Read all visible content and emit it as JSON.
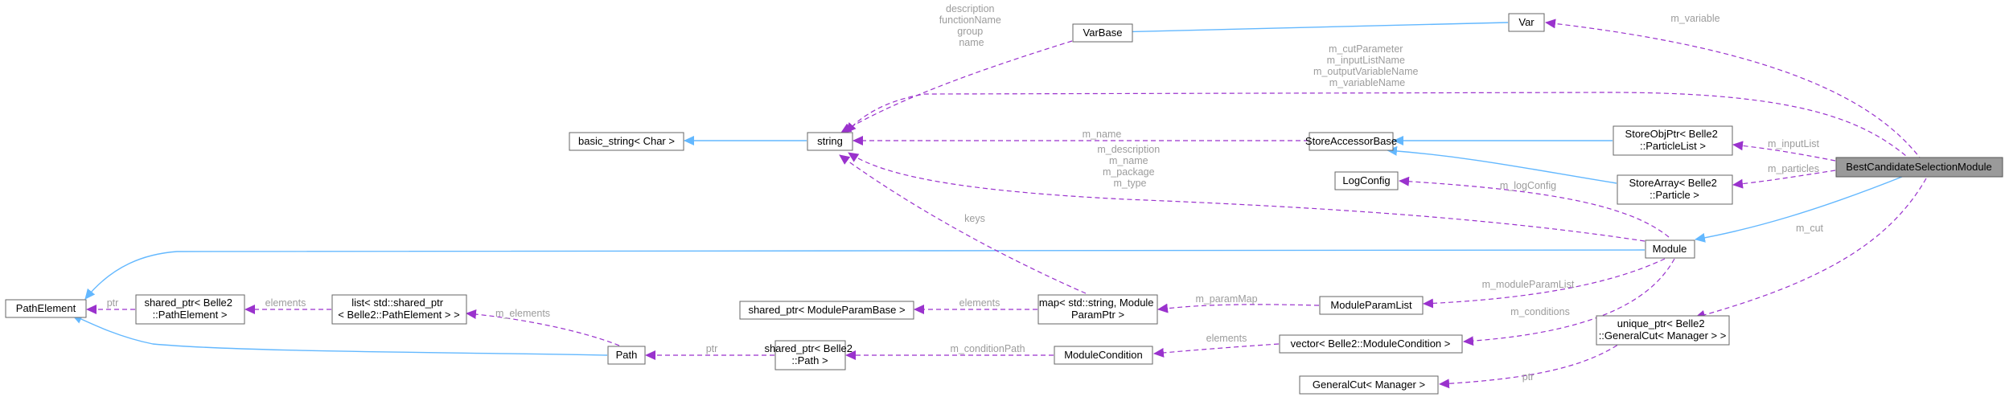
{
  "colors": {
    "inheritance_edge": "#63b8ff",
    "usage_edge": "#9a32cd",
    "edge_label": "#9c9c9c",
    "focus_node_fill": "#9a9a9a"
  },
  "nodes": {
    "var": "Var",
    "varbase": "VarBase",
    "string": "string",
    "basic_string": "basic_string< Char >",
    "store_accessor_base": "StoreAccessorBase",
    "store_obj_ptr": [
      "StoreObjPtr< Belle2",
      "::ParticleList >"
    ],
    "store_array": [
      "StoreArray< Belle2",
      "::Particle >"
    ],
    "best_candidate": "BestCandidateSelectionModule",
    "log_config": "LogConfig",
    "module": "Module",
    "path_element": "PathElement",
    "shared_ptr_path_element": [
      "shared_ptr< Belle2",
      "::PathElement >"
    ],
    "list_shared_ptr": [
      "list< std::shared_ptr",
      "< Belle2::PathElement > >"
    ],
    "shared_ptr_module_param_base": "shared_ptr< ModuleParamBase >",
    "map_module_param_ptr": [
      "map< std::string, Module",
      "ParamPtr >"
    ],
    "module_param_list": "ModuleParamList",
    "unique_ptr_general_cut": [
      "unique_ptr< Belle2",
      "::GeneralCut< Manager > >"
    ],
    "path": "Path",
    "shared_ptr_path": [
      "shared_ptr< Belle2",
      "::Path >"
    ],
    "module_condition": "ModuleCondition",
    "vector_module_condition": "vector< Belle2::ModuleCondition >",
    "general_cut": "GeneralCut< Manager >"
  },
  "edge_labels": {
    "varbase_string": [
      "description",
      "functionName",
      "group",
      "name"
    ],
    "best_string": [
      "m_cutParameter",
      "m_inputListName",
      "m_outputVariableName",
      "m_variableName"
    ],
    "best_var": "m_variable",
    "sab_string": "m_name",
    "module_string": [
      "m_description",
      "m_name",
      "m_package",
      "m_type"
    ],
    "best_storeobj": "m_inputList",
    "best_storearray": "m_particles",
    "module_logconfig": "m_logConfig",
    "best_cut": "m_cut",
    "map_string": "keys",
    "module_paramlist": "m_moduleParamList",
    "paramlist_map": "m_paramMap",
    "map_spmpb": "elements",
    "module_vector": "m_conditions",
    "vector_modcond": "elements",
    "modcond_sppath": "m_conditionPath",
    "sppath_path": "ptr",
    "path_list": "m_elements",
    "list_spe": "elements",
    "spe_pathelement": "ptr",
    "cut_generalcut": "ptr"
  }
}
